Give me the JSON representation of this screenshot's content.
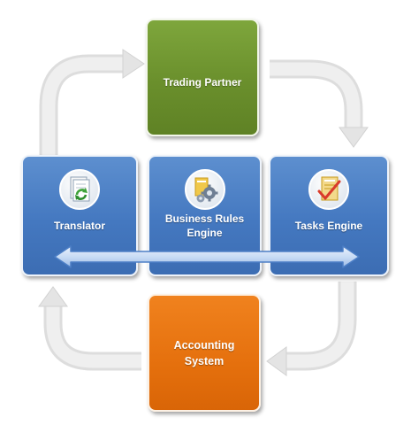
{
  "diagram": {
    "nodes": {
      "trading_partner": {
        "label": "Trading Partner",
        "color": "#6a8f2c"
      },
      "translator": {
        "label": "Translator",
        "icon": "document-refresh-icon",
        "color": "#4478c0"
      },
      "business_rules_engine": {
        "label_line1": "Business Rules",
        "label_line2": "Engine",
        "icon": "gears-icon",
        "color": "#4478c0"
      },
      "tasks_engine": {
        "label": "Tasks Engine",
        "icon": "checklist-icon",
        "color": "#4478c0"
      },
      "accounting_system": {
        "label_line1": "Accounting",
        "label_line2": "System",
        "color": "#e5700d"
      }
    },
    "connectors": {
      "cycle_arrows_color": "#e6e6e6",
      "bidirectional_arrow_color": "#5a8fd6"
    }
  }
}
